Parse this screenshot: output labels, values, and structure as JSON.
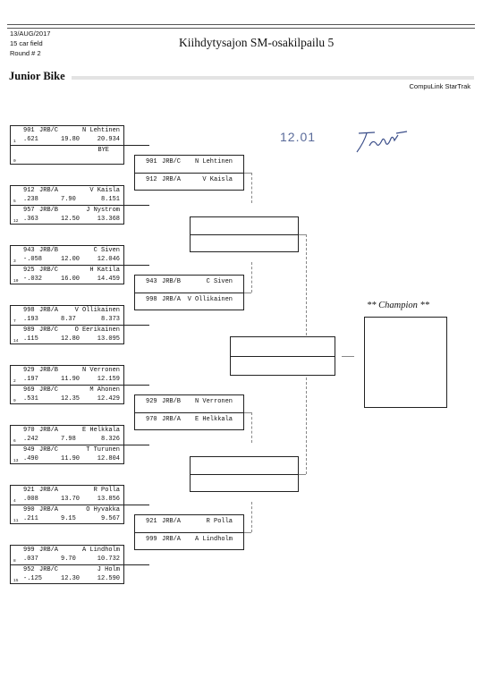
{
  "header": {
    "date": "13/AUG/2017",
    "field": "15 car field",
    "round": "Round # 2",
    "title": "Kiihdytysajon SM-osakilpailu 5",
    "class_name": "Junior Bike",
    "brand": "CompuLink StarTrak"
  },
  "handwritten": {
    "time": "12.01"
  },
  "round1": [
    {
      "top": {
        "num": "901",
        "cls": "JRB/C",
        "name": "N Lehtinen",
        "lane": "1",
        "rt": ".621",
        "dial": "19.80",
        "et": "20.934"
      },
      "bot": {
        "lane": "0",
        "name": "BYE"
      }
    },
    {
      "top": {
        "num": "912",
        "cls": "JRB/A",
        "name": "V Kaisla",
        "lane": "5",
        "rt": ".238",
        "dial": "7.90",
        "et": "8.151"
      },
      "bot": {
        "num": "957",
        "cls": "JRB/B",
        "name": "J Nystrom",
        "lane": "12",
        "rt": ".363",
        "dial": "12.50",
        "et": "13.368"
      }
    },
    {
      "top": {
        "num": "943",
        "cls": "JRB/B",
        "name": "C Siven",
        "lane": "3",
        "rt": "-.058",
        "dial": "12.00",
        "et": "12.046"
      },
      "bot": {
        "num": "925",
        "cls": "JRB/C",
        "name": "H Katila",
        "lane": "10",
        "rt": "-.032",
        "dial": "16.00",
        "et": "14.459"
      }
    },
    {
      "top": {
        "num": "998",
        "cls": "JRB/A",
        "name": "V Ollikainen",
        "lane": "7",
        "rt": ".193",
        "dial": "8.37",
        "et": "8.373"
      },
      "bot": {
        "num": "989",
        "cls": "JRB/C",
        "name": "O Eerikainen",
        "lane": "14",
        "rt": ".115",
        "dial": "12.80",
        "et": "13.095"
      }
    },
    {
      "top": {
        "num": "929",
        "cls": "JRB/B",
        "name": "N Verronen",
        "lane": "2",
        "rt": ".197",
        "dial": "11.90",
        "et": "12.159"
      },
      "bot": {
        "num": "969",
        "cls": "JRB/C",
        "name": "M Ahonen",
        "lane": "9",
        "rt": ".531",
        "dial": "12.35",
        "et": "12.429"
      }
    },
    {
      "top": {
        "num": "970",
        "cls": "JRB/A",
        "name": "E Helkkala",
        "lane": "6",
        "rt": ".242",
        "dial": "7.98",
        "et": "8.326"
      },
      "bot": {
        "num": "949",
        "cls": "JRB/C",
        "name": "T Turunen",
        "lane": "13",
        "rt": ".490",
        "dial": "11.90",
        "et": "12.804"
      }
    },
    {
      "top": {
        "num": "921",
        "cls": "JRB/A",
        "name": "R Polla",
        "lane": "4",
        "rt": ".008",
        "dial": "13.70",
        "et": "13.856"
      },
      "bot": {
        "num": "990",
        "cls": "JRB/A",
        "name": "O Hyvakka",
        "lane": "11",
        "rt": ".211",
        "dial": "9.15",
        "et": "9.567"
      }
    },
    {
      "top": {
        "num": "999",
        "cls": "JRB/A",
        "name": "A Lindholm",
        "lane": "8",
        "rt": ".037",
        "dial": "9.70",
        "et": "10.732"
      },
      "bot": {
        "num": "952",
        "cls": "JRB/C",
        "name": "J Holm",
        "lane": "15",
        "rt": "-.125",
        "dial": "12.30",
        "et": "12.590"
      }
    }
  ],
  "round2": [
    {
      "top": {
        "num": "901",
        "cls": "JRB/C",
        "name": "N Lehtinen"
      },
      "bot": {
        "num": "912",
        "cls": "JRB/A",
        "name": "V Kaisla"
      }
    },
    {
      "top": {
        "num": "943",
        "cls": "JRB/B",
        "name": "C Siven"
      },
      "bot": {
        "num": "998",
        "cls": "JRB/A",
        "name": "V Ollikainen"
      }
    },
    {
      "top": {
        "num": "929",
        "cls": "JRB/B",
        "name": "N Verronen"
      },
      "bot": {
        "num": "970",
        "cls": "JRB/A",
        "name": "E Helkkala"
      }
    },
    {
      "top": {
        "num": "921",
        "cls": "JRB/A",
        "name": "R Polla"
      },
      "bot": {
        "num": "999",
        "cls": "JRB/A",
        "name": "A Lindholm"
      }
    }
  ],
  "champion_label": "** Champion **"
}
